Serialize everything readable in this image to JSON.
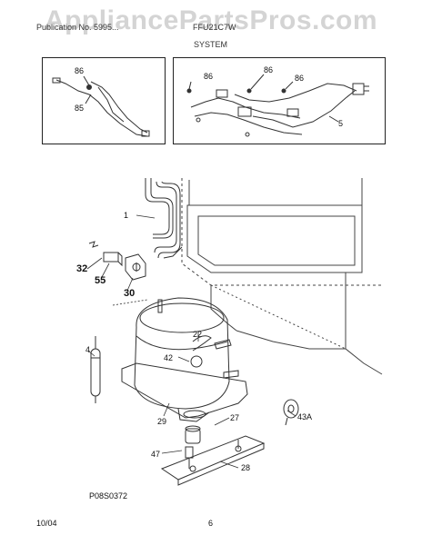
{
  "watermark": "AppliancePartsPros.com",
  "header": {
    "left_text": "Publication No. 5995...",
    "model": "FFU21C7W",
    "section": "SYSTEM"
  },
  "callouts": {
    "box1": [
      "86",
      "85"
    ],
    "box2": [
      "86",
      "86",
      "86",
      "5"
    ],
    "main": [
      "1",
      "32",
      "55",
      "30",
      "22",
      "42",
      "4",
      "29",
      "27",
      "43A",
      "47",
      "28"
    ]
  },
  "figure_id": "P08S0372",
  "footer": {
    "date": "10/04",
    "page": "6"
  }
}
